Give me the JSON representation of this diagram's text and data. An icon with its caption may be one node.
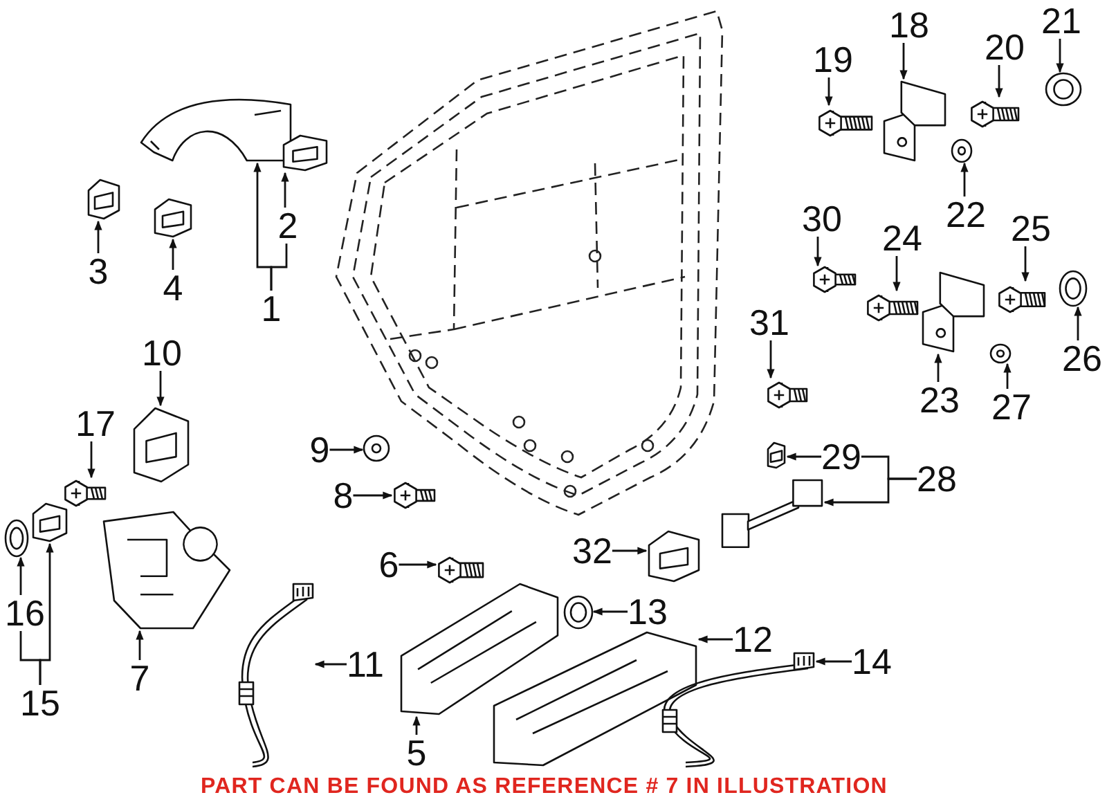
{
  "diagram": {
    "caption": "PART CAN BE FOUND AS REFERENCE # 7 IN ILLUSTRATION",
    "nodes": [
      {
        "text": [
          "1"
        ]
      },
      {
        "text": [],
        "shape": "picture"
      },
      {
        "text": [
          "2"
        ]
      },
      {
        "text": [],
        "shape": "picture"
      },
      {
        "text": [
          "3"
        ]
      },
      {
        "text": [],
        "shape": "picture"
      },
      {
        "text": [
          "4"
        ]
      },
      {
        "text": [],
        "shape": "picture"
      },
      {
        "text": [
          "5"
        ]
      },
      {
        "text": [],
        "shape": "picture"
      },
      {
        "text": [
          "6"
        ]
      },
      {
        "text": [],
        "shape": "picture"
      },
      {
        "text": [
          "7"
        ]
      },
      {
        "text": [],
        "shape": "picture"
      },
      {
        "text": [
          "8"
        ]
      },
      {
        "text": [],
        "shape": "picture"
      },
      {
        "text": [
          "9"
        ]
      },
      {
        "text": [],
        "shape": "picture"
      },
      {
        "text": [
          "10"
        ]
      },
      {
        "text": [],
        "shape": "picture"
      },
      {
        "text": [
          "11"
        ]
      },
      {
        "text": [],
        "shape": "picture"
      },
      {
        "text": [
          "12"
        ]
      },
      {
        "text": [],
        "shape": "picture"
      },
      {
        "text": [
          "13"
        ]
      },
      {
        "text": [],
        "shape": "picture"
      },
      {
        "text": [
          "14"
        ]
      },
      {
        "text": [],
        "shape": "picture"
      },
      {
        "text": [
          "15"
        ]
      },
      {
        "text": [],
        "shape": "picture"
      },
      {
        "text": [
          "16"
        ]
      },
      {
        "text": [],
        "shape": "picture"
      },
      {
        "text": [
          "17"
        ]
      },
      {
        "text": [],
        "shape": "picture"
      },
      {
        "text": [
          "18"
        ]
      },
      {
        "text": [],
        "shape": "picture"
      },
      {
        "text": [
          "19"
        ]
      },
      {
        "text": [],
        "shape": "picture"
      },
      {
        "text": [
          "20"
        ]
      },
      {
        "text": [],
        "shape": "picture"
      },
      {
        "text": [
          "21"
        ]
      },
      {
        "text": [],
        "shape": "picture"
      },
      {
        "text": [
          "22"
        ]
      },
      {
        "text": [],
        "shape": "picture"
      },
      {
        "text": [
          "23"
        ]
      },
      {
        "text": [],
        "shape": "picture"
      },
      {
        "text": [
          "24"
        ]
      },
      {
        "text": [],
        "shape": "picture"
      },
      {
        "text": [
          "25"
        ]
      },
      {
        "text": [],
        "shape": "picture"
      },
      {
        "text": [
          "26"
        ]
      },
      {
        "text": [],
        "shape": "picture"
      },
      {
        "text": [
          "27"
        ]
      },
      {
        "text": [],
        "shape": "picture"
      },
      {
        "text": [
          "28"
        ]
      },
      {
        "text": [],
        "shape": "picture"
      },
      {
        "text": [
          "29"
        ]
      },
      {
        "text": [],
        "shape": "picture"
      },
      {
        "text": [
          "30"
        ]
      },
      {
        "text": [],
        "shape": "picture"
      },
      {
        "text": [
          "31"
        ]
      },
      {
        "text": [],
        "shape": "picture"
      },
      {
        "text": [
          "32"
        ]
      },
      {
        "text": [],
        "shape": "picture"
      }
    ],
    "edges": [
      {
        "from": 0,
        "to": 1,
        "arrow": "to"
      },
      {
        "from": 0,
        "to": 2,
        "arrow": "none"
      },
      {
        "from": 2,
        "to": 3,
        "arrow": "to"
      },
      {
        "from": 4,
        "to": 5,
        "arrow": "to"
      },
      {
        "from": 6,
        "to": 7,
        "arrow": "to"
      },
      {
        "from": 8,
        "to": 9,
        "arrow": "to"
      },
      {
        "from": 10,
        "to": 11,
        "arrow": "to"
      },
      {
        "from": 12,
        "to": 13,
        "arrow": "to"
      },
      {
        "from": 14,
        "to": 15,
        "arrow": "to"
      },
      {
        "from": 16,
        "to": 17,
        "arrow": "to"
      },
      {
        "from": 18,
        "to": 19,
        "arrow": "to"
      },
      {
        "from": 20,
        "to": 21,
        "arrow": "to"
      },
      {
        "from": 22,
        "to": 23,
        "arrow": "to"
      },
      {
        "from": 24,
        "to": 25,
        "arrow": "to"
      },
      {
        "from": 26,
        "to": 27,
        "arrow": "to"
      },
      {
        "from": 28,
        "to": 29,
        "arrow": "to"
      },
      {
        "from": 28,
        "to": 30,
        "arrow": "none"
      },
      {
        "from": 30,
        "to": 31,
        "arrow": "to"
      },
      {
        "from": 32,
        "to": 33,
        "arrow": "to"
      },
      {
        "from": 34,
        "to": 35,
        "arrow": "to"
      },
      {
        "from": 36,
        "to": 37,
        "arrow": "to"
      },
      {
        "from": 38,
        "to": 39,
        "arrow": "to"
      },
      {
        "from": 40,
        "to": 41,
        "arrow": "to"
      },
      {
        "from": 42,
        "to": 43,
        "arrow": "to"
      },
      {
        "from": 44,
        "to": 45,
        "arrow": "to"
      },
      {
        "from": 46,
        "to": 47,
        "arrow": "to"
      },
      {
        "from": 48,
        "to": 49,
        "arrow": "to"
      },
      {
        "from": 50,
        "to": 51,
        "arrow": "to"
      },
      {
        "from": 52,
        "to": 53,
        "arrow": "to"
      },
      {
        "from": 54,
        "to": 55,
        "arrow": "to"
      },
      {
        "from": 54,
        "to": 56,
        "arrow": "none"
      },
      {
        "from": 56,
        "to": 57,
        "arrow": "to"
      },
      {
        "from": 58,
        "to": 59,
        "arrow": "to"
      },
      {
        "from": 60,
        "to": 61,
        "arrow": "to"
      },
      {
        "from": 62,
        "to": 63,
        "arrow": "to"
      }
    ]
  }
}
